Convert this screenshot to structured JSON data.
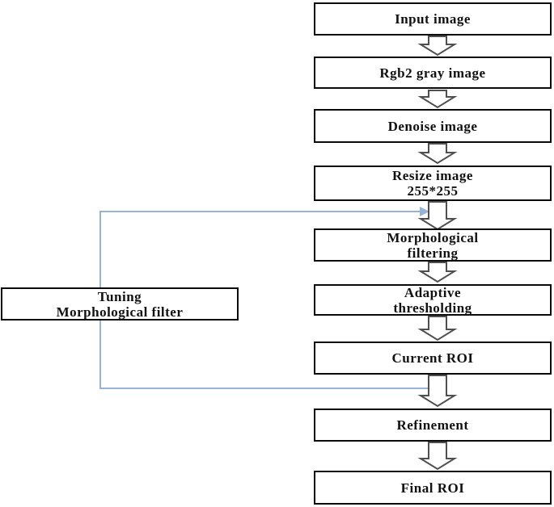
{
  "diagram": {
    "type": "flowchart",
    "nodes": [
      {
        "id": "input-image",
        "label": "Input image"
      },
      {
        "id": "rgb2-gray-image",
        "label": "Rgb2 gray image"
      },
      {
        "id": "denoise-image",
        "label": "Denoise image"
      },
      {
        "id": "resize-image",
        "label": "Resize image\n255*255"
      },
      {
        "id": "morphological-filtering",
        "label": "Morphological\nfiltering"
      },
      {
        "id": "adaptive-thresholding",
        "label": "Adaptive\nthresholding"
      },
      {
        "id": "current-roi",
        "label": "Current ROI"
      },
      {
        "id": "refinement",
        "label": "Refinement"
      },
      {
        "id": "final-roi",
        "label": "Final ROI"
      }
    ],
    "side_box": {
      "id": "tuning-morphological-filter",
      "label": "Tuning\nMorphological filter"
    },
    "edges": [
      {
        "from": "input-image",
        "to": "rgb2-gray-image",
        "style": "block-arrow-down"
      },
      {
        "from": "rgb2-gray-image",
        "to": "denoise-image",
        "style": "block-arrow-down"
      },
      {
        "from": "denoise-image",
        "to": "resize-image",
        "style": "block-arrow-down"
      },
      {
        "from": "resize-image",
        "to": "morphological-filtering",
        "style": "block-arrow-down"
      },
      {
        "from": "morphological-filtering",
        "to": "adaptive-thresholding",
        "style": "block-arrow-down"
      },
      {
        "from": "adaptive-thresholding",
        "to": "current-roi",
        "style": "block-arrow-down"
      },
      {
        "from": "current-roi",
        "to": "refinement",
        "style": "block-arrow-down"
      },
      {
        "from": "refinement",
        "to": "final-roi",
        "style": "block-arrow-down"
      },
      {
        "from": "current-roi",
        "to": "morphological-filtering",
        "via": "tuning-morphological-filter",
        "style": "blue-feedback-loop"
      }
    ],
    "colors": {
      "background": "#ffffff",
      "box_border": "#000000",
      "box_fill": "#ffffff",
      "arrow_outline": "#4f4f4f",
      "feedback_connector": "#95b3d7",
      "text": "#111111"
    }
  }
}
